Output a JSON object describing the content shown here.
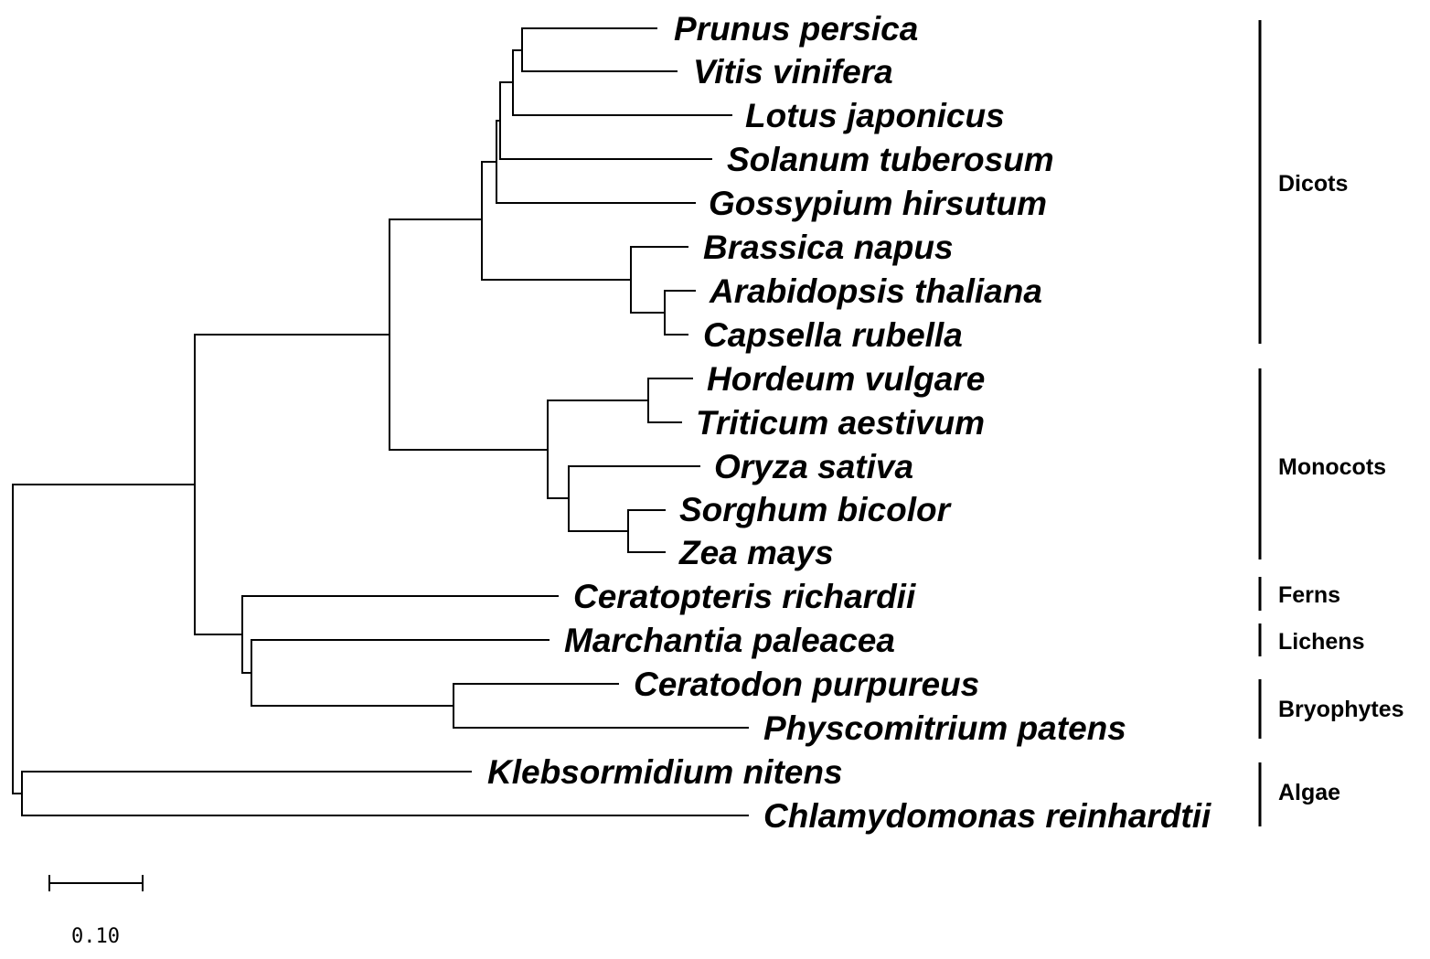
{
  "taxa": [
    "Prunus persica",
    "Vitis vinifera",
    "Lotus japonicus",
    "Solanum tuberosum",
    "Gossypium hirsutum",
    "Brassica napus",
    "Arabidopsis thaliana",
    "Capsella rubella",
    "Hordeum vulgare",
    "Triticum aestivum",
    "Oryza sativa",
    "Sorghum bicolor",
    "Zea mays",
    "Ceratopteris richardii",
    "Marchantia paleacea",
    "Ceratodon purpureus",
    "Physcomitrium patens",
    "Klebsormidium nitens",
    "Chlamydomonas reinhardtii"
  ],
  "groups": [
    {
      "label": "Dicots",
      "first": 0,
      "last": 7
    },
    {
      "label": "Monocots",
      "first": 8,
      "last": 12
    },
    {
      "label": "Ferns",
      "first": 13,
      "last": 13
    },
    {
      "label": "Lichens",
      "first": 14,
      "last": 14
    },
    {
      "label": "Bryophytes",
      "first": 15,
      "last": 16
    },
    {
      "label": "Algae",
      "first": 17,
      "last": 18
    }
  ],
  "scale": {
    "label": "0.10",
    "value": 0.1
  }
}
